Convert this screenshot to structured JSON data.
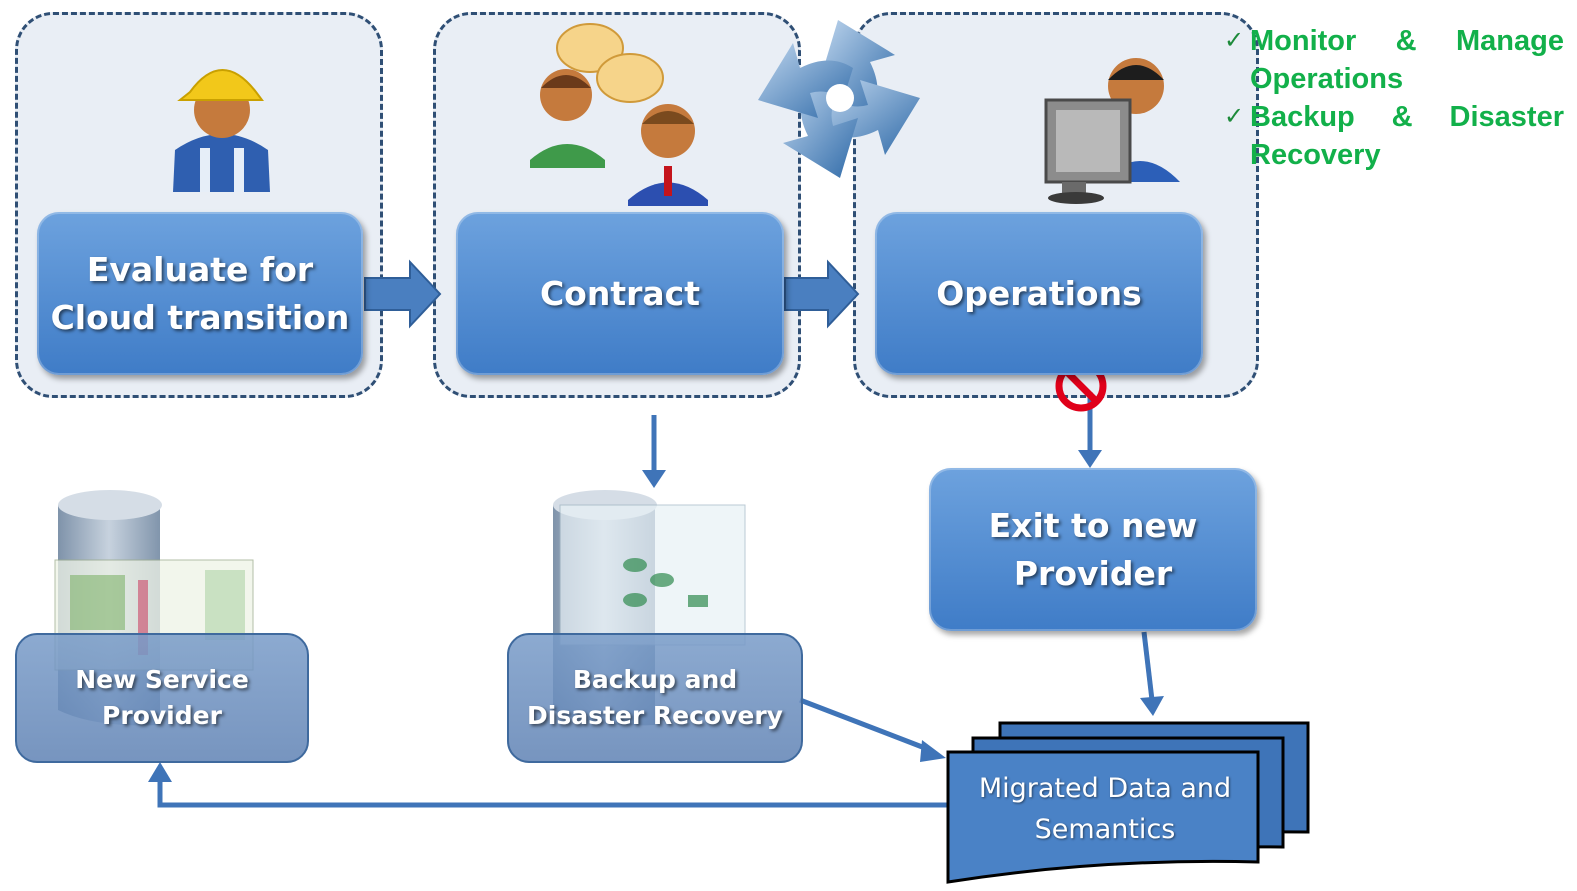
{
  "steps": {
    "evaluate": {
      "line1": "Evaluate for",
      "line2": "Cloud transition"
    },
    "contract": {
      "label": "Contract"
    },
    "operations": {
      "label": "Operations"
    },
    "exit": {
      "line1": "Exit to new",
      "line2": "Provider"
    }
  },
  "storage": {
    "new_provider": {
      "line1": "New Service",
      "line2": "Provider"
    },
    "backup": {
      "line1": "Backup and",
      "line2": "Disaster Recovery"
    }
  },
  "migrated": {
    "line1": "Migrated Data and",
    "line2": "Semantics"
  },
  "operations_notes": [
    {
      "text": "Monitor & Manage Operations"
    },
    {
      "text": "Backup & Disaster Recovery"
    }
  ],
  "check_mark": "✓",
  "icons": [
    "worker-icon",
    "meeting-icon",
    "cycle-icon",
    "operator-icon",
    "no-entry-icon",
    "database-icon",
    "document-stack-icon"
  ],
  "colors": {
    "box_blue": "#4f8ad4",
    "arrow_blue": "#3f74b8",
    "note_green": "#12b04a",
    "dash_border": "#2f4f75",
    "no_entry_red": "#e0001a"
  }
}
